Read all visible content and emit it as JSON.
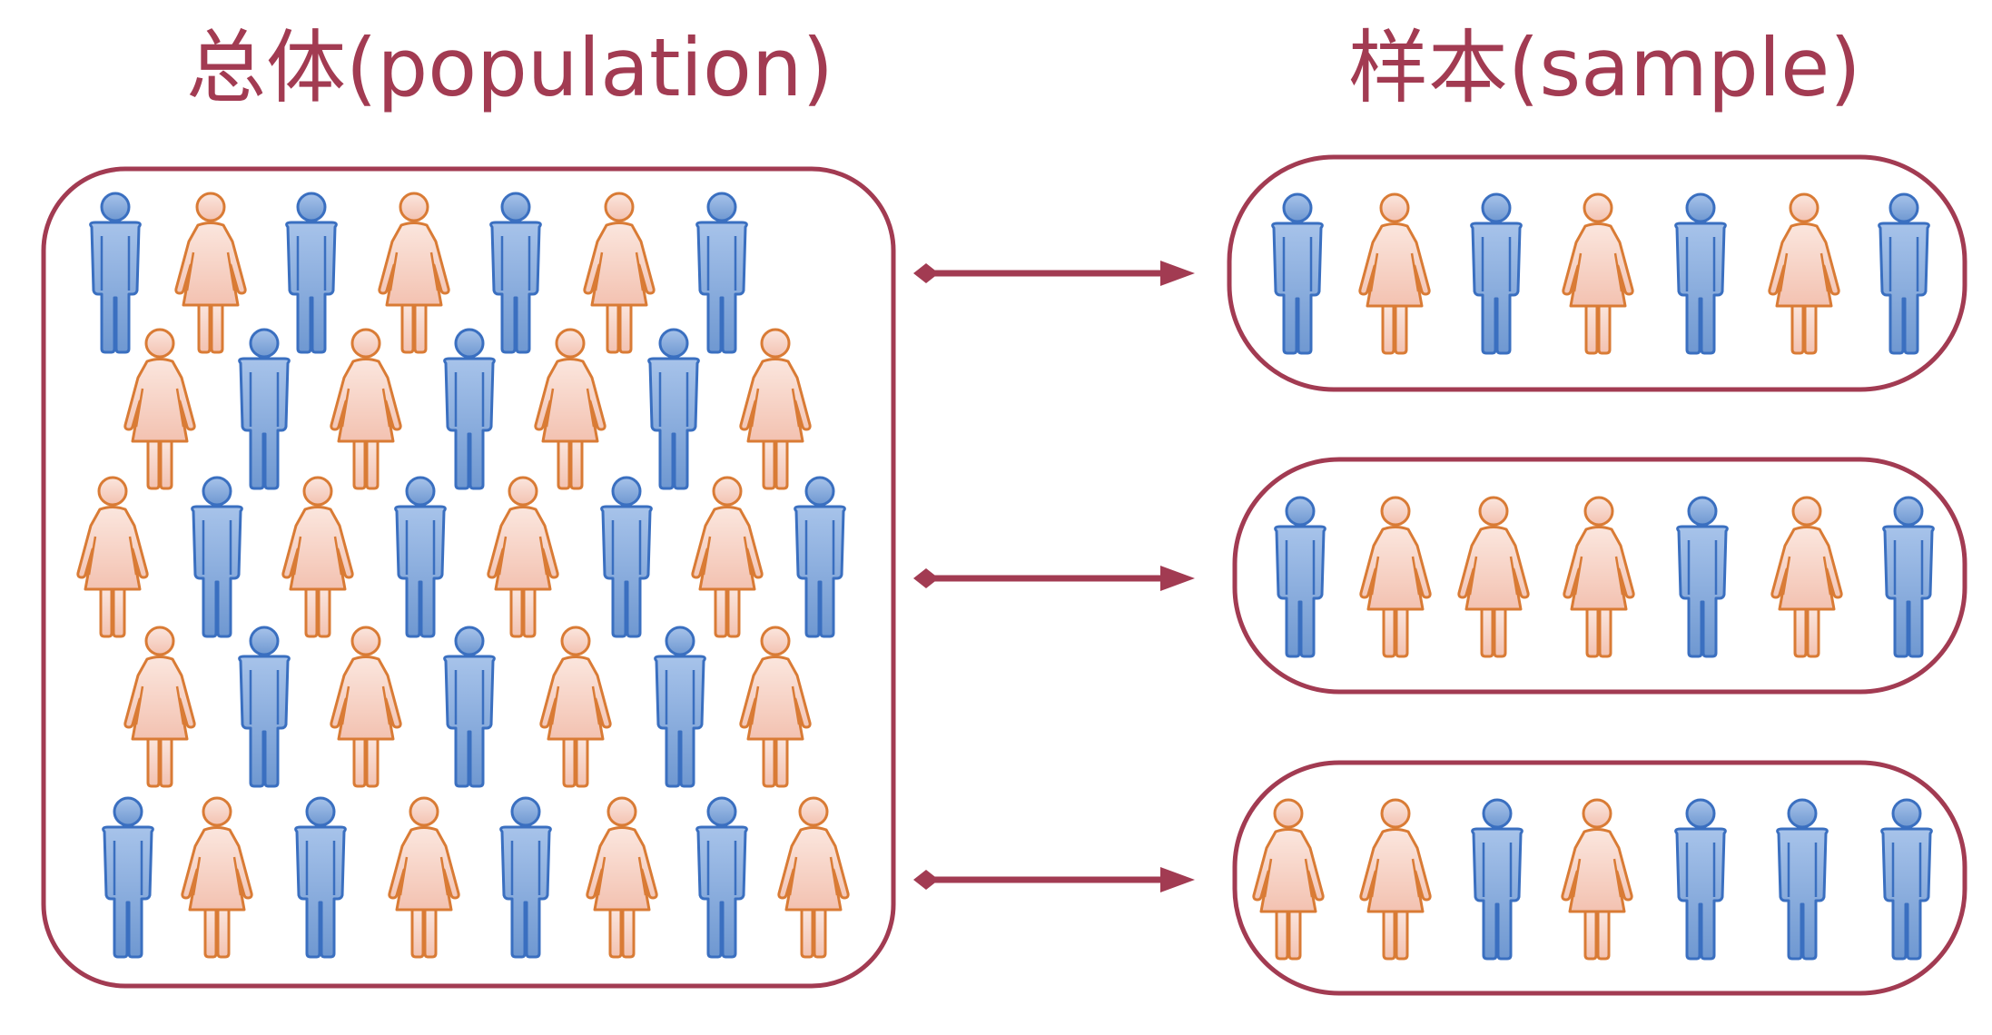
{
  "population": {
    "title": "总体(population)",
    "rows": [
      [
        "male",
        "female",
        "male",
        "female",
        "male",
        "female",
        "male"
      ],
      [
        "female",
        "male",
        "female",
        "male",
        "female",
        "male",
        "female"
      ],
      [
        "female",
        "male",
        "female",
        "male",
        "female",
        "male",
        "female",
        "male"
      ],
      [
        "female",
        "male",
        "female",
        "male",
        "female",
        "male",
        "female"
      ],
      [
        "male",
        "female",
        "male",
        "female",
        "male",
        "female",
        "male",
        "female"
      ]
    ]
  },
  "samples": {
    "title": "样本(sample)",
    "groups": [
      [
        "male",
        "female",
        "male",
        "female",
        "male",
        "female",
        "male"
      ],
      [
        "male",
        "female",
        "female",
        "female",
        "male",
        "female",
        "male"
      ],
      [
        "female",
        "female",
        "male",
        "female",
        "male",
        "male",
        "male"
      ]
    ]
  },
  "colors": {
    "frame": "#a23b52",
    "arrow": "#a23b52",
    "male_fill": "#7fa6d9",
    "male_stroke": "#3a6fc0",
    "female_fill": "#f6d2c6",
    "female_stroke": "#d97b35",
    "title": "#a23b52"
  },
  "icons": {
    "male": "male-person-icon",
    "female": "female-person-icon",
    "arrow": "double-headed-arrow-icon"
  }
}
